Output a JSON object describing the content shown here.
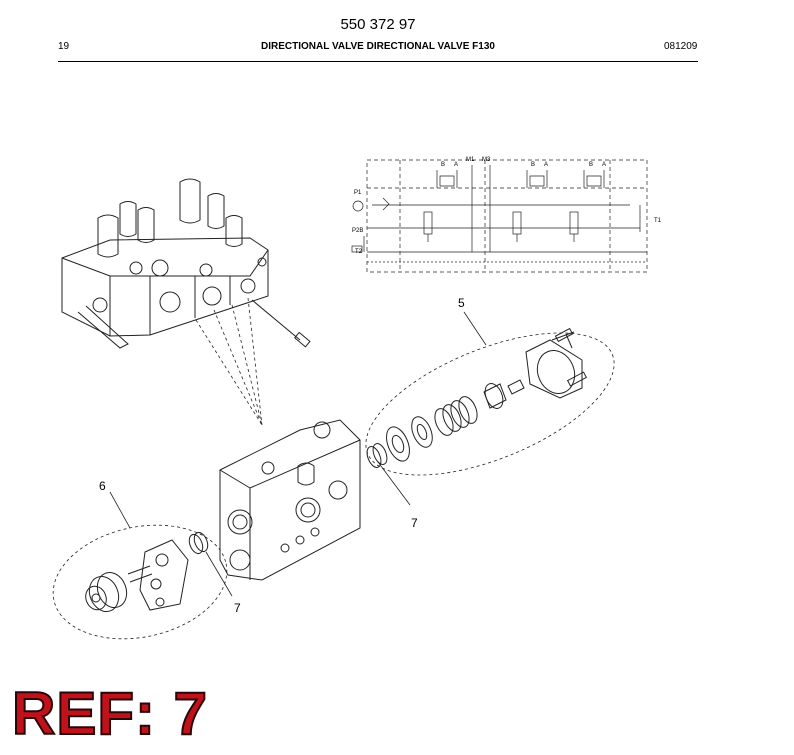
{
  "header": {
    "part_number": "550 372 97",
    "page_number": "19",
    "title": "DIRECTIONAL VALVE DIRECTIONAL VALVE F130",
    "date_code": "081209"
  },
  "schematic": {
    "port_p1": "P1",
    "port_p2b": "P2B",
    "port_t2": "T2",
    "port_t1": "T1",
    "port_m1": "M1",
    "port_m3": "M3",
    "port_b": "B",
    "port_a": "A"
  },
  "callouts": {
    "c5": "5",
    "c6": "6",
    "c7a": "7",
    "c7b": "7"
  },
  "ref_label": "REF: 7"
}
